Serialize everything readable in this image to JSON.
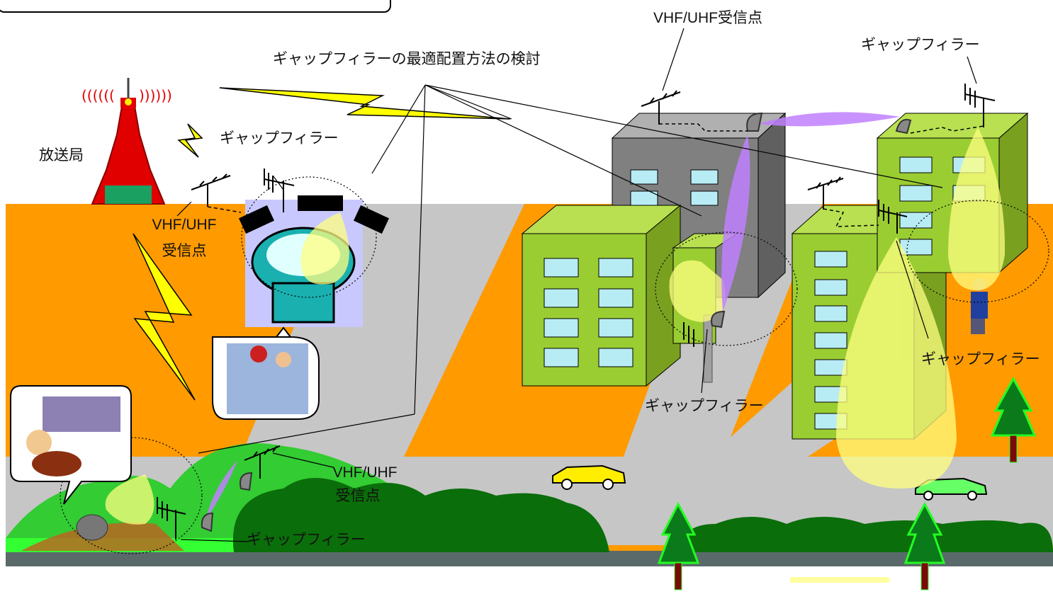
{
  "title": "ギャップフィラーの最適配置方法の検討",
  "labels": {
    "station": "放送局",
    "gapfiller_stadium": "ギャップフィラー",
    "gapfiller_top_right": "ギャップフィラー",
    "gapfiller_mid": "ギャップフィラー",
    "gapfiller_right": "ギャップフィラー",
    "gapfiller_bottom": "ギャップフィラー",
    "vhf_top": "VHF/UHF受信点",
    "vhf_left_line1": "VHF/UHF",
    "vhf_left_line2": "受信点",
    "vhf_hill_line1": "VHF/UHF",
    "vhf_hill_line2": "受信点"
  },
  "colors": {
    "ground": "#ff9a00",
    "road": "#c6c6c6",
    "building": "#9acd32",
    "signal_cone": "#ffff80",
    "link_beam": "#c080ff",
    "lightning": "#ffff00",
    "tower": "#e00000",
    "tree": "#0a6e0a"
  }
}
